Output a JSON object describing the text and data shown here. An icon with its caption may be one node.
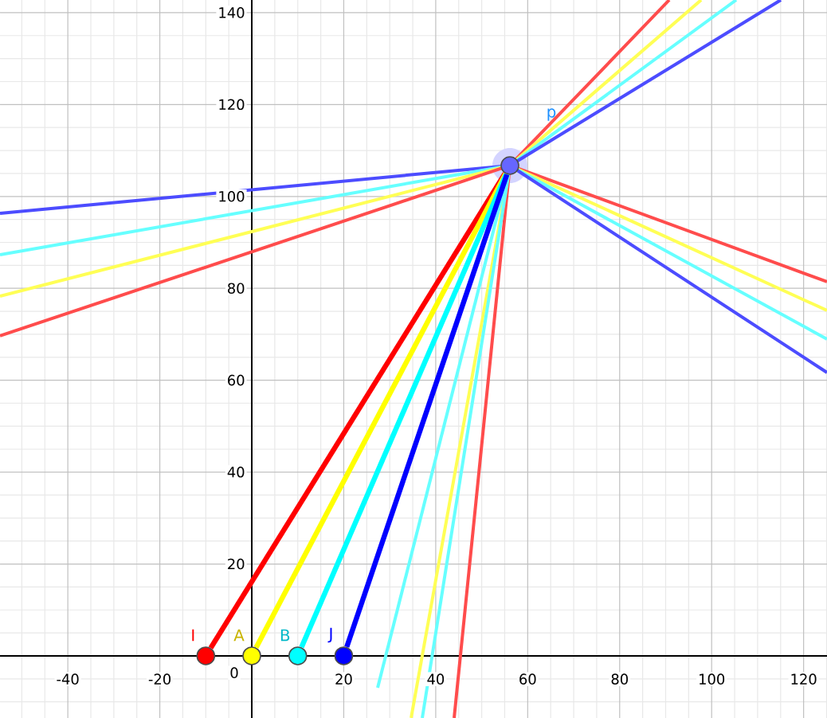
{
  "diagram": {
    "nodes": [
      {
        "text": [],
        "shape": "circle",
        "beside": [
          "I"
        ]
      },
      {
        "text": [],
        "shape": "circle",
        "beside": [
          "A"
        ]
      },
      {
        "text": [],
        "shape": "circle",
        "beside": [
          "B"
        ]
      },
      {
        "text": [],
        "shape": "circle",
        "beside": [
          "J"
        ]
      },
      {
        "text": [],
        "shape": "circle",
        "beside": [
          "p"
        ]
      }
    ],
    "edges": [
      {
        "from": 0,
        "to": 4,
        "arrow": "none",
        "color": "#ff0000"
      },
      {
        "from": 1,
        "to": 4,
        "arrow": "none",
        "color": "#ffff00"
      },
      {
        "from": 2,
        "to": 4,
        "arrow": "none",
        "color": "#00ffff"
      },
      {
        "from": 3,
        "to": 4,
        "arrow": "none",
        "color": "#0000ff"
      }
    ],
    "labels": [
      "140",
      "120",
      "100",
      "80",
      "60",
      "40",
      "20",
      "-40",
      "-20",
      "0",
      "20",
      "40",
      "60",
      "80",
      "100",
      "120"
    ]
  }
}
